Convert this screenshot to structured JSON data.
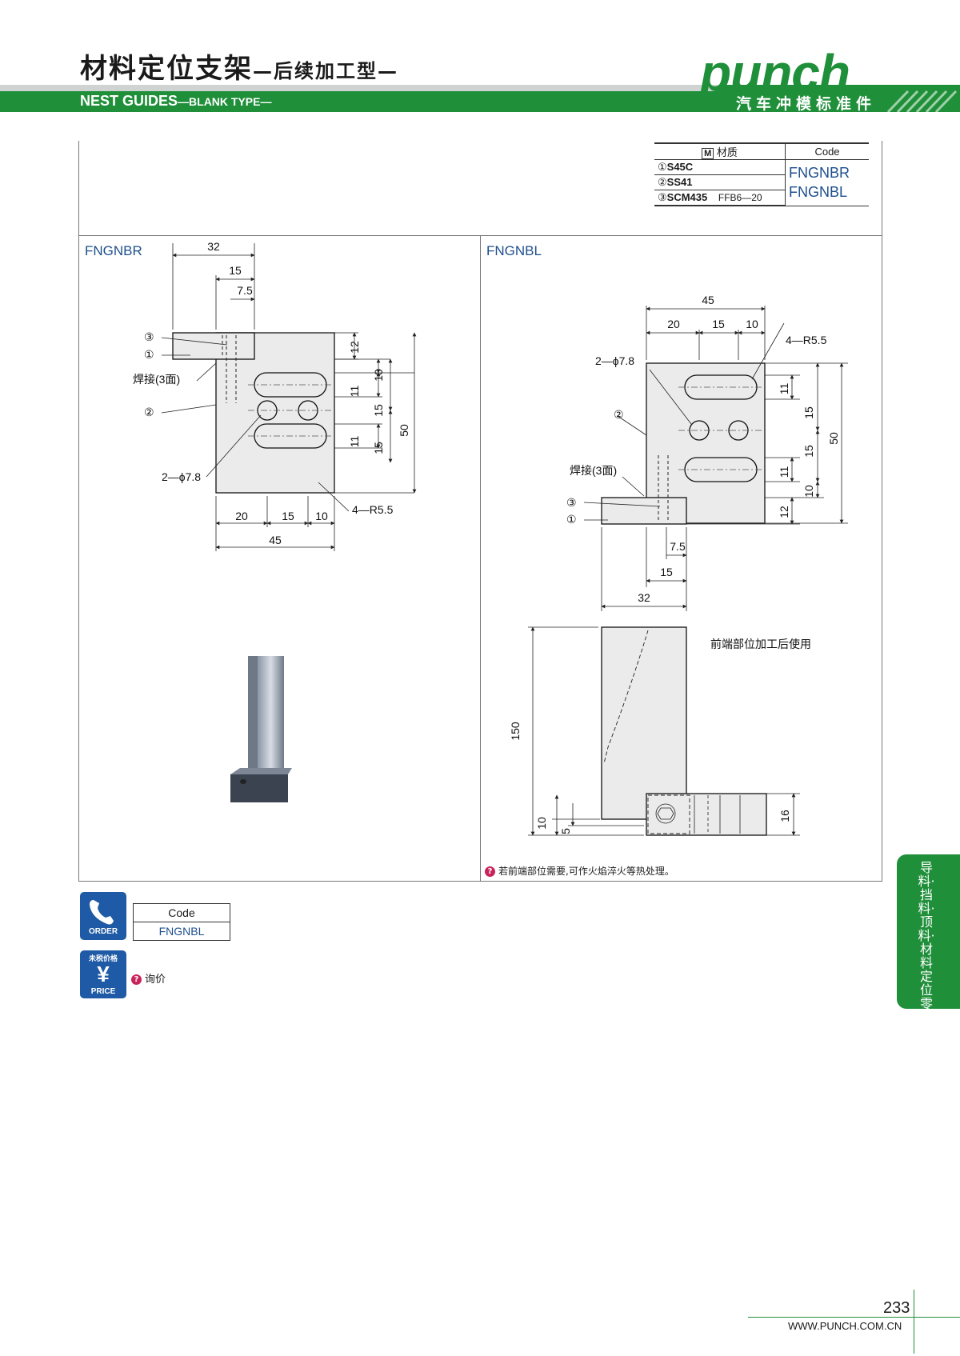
{
  "header": {
    "title_cn": "材料定位支架",
    "title_cn_sub": "—后续加工型—",
    "title_en": "NEST GUIDES",
    "title_en_sub": "—BLANK TYPE—",
    "logo_text": "punch",
    "logo_sub": "汽车冲模标准件",
    "brand_color": "#1f8f3a"
  },
  "material_table": {
    "header_material": "材质",
    "header_material_icon": "M",
    "header_code": "Code",
    "rows": [
      {
        "num": "①",
        "material": "S45C",
        "note": ""
      },
      {
        "num": "②",
        "material": "SS41",
        "note": ""
      },
      {
        "num": "③",
        "material": "SCM435",
        "note": "FFB6—20"
      }
    ],
    "codes": [
      "FNGNBR",
      "FNGNBL"
    ]
  },
  "left_panel": {
    "code": "FNGNBR",
    "dims": {
      "d32": "32",
      "d15": "15",
      "d7_5": "7.5",
      "d12": "12",
      "d10": "10",
      "d11a": "11",
      "d15a": "15",
      "d15b": "15",
      "d11b": "11",
      "d50": "50",
      "d20": "20",
      "d15c": "15",
      "d10b": "10",
      "d45": "45"
    },
    "callouts": {
      "c3": "③",
      "c1": "①",
      "weld": "焊接(3面)",
      "c2": "②",
      "hole": "2—ϕ7.8",
      "slot": "4—R5.5"
    }
  },
  "right_panel": {
    "code": "FNGNBL",
    "dims": {
      "d45": "45",
      "d20": "20",
      "d15": "15",
      "d10": "10",
      "d11a": "11",
      "d15a": "15",
      "d50": "50",
      "d15b": "15",
      "d11b": "11",
      "d10b": "10",
      "d12": "12",
      "d7_5": "7.5",
      "d15c": "15",
      "d32": "32",
      "d150": "150",
      "d10c": "10",
      "d5": "5",
      "d16": "16"
    },
    "callouts": {
      "slot": "4—R5.5",
      "hole": "2—ϕ7.8",
      "c2": "②",
      "weld": "焊接(3面)",
      "c3": "③",
      "c1": "①"
    },
    "front_note": "前端部位加工后使用",
    "bottom_note": "若前端部位需要,可作火焰淬火等热处理。"
  },
  "order": {
    "icon_label": "ORDER",
    "code_header": "Code",
    "code_value": "FNGNBL"
  },
  "price": {
    "icon_top": "未税价格",
    "icon_label": "PRICE",
    "icon_symbol": "¥",
    "text": "询价"
  },
  "side_tab": {
    "text": "导料·挡料·顶料·材料定位零件"
  },
  "footer": {
    "page": "233",
    "url": "WWW.PUNCH.COM.CN"
  }
}
